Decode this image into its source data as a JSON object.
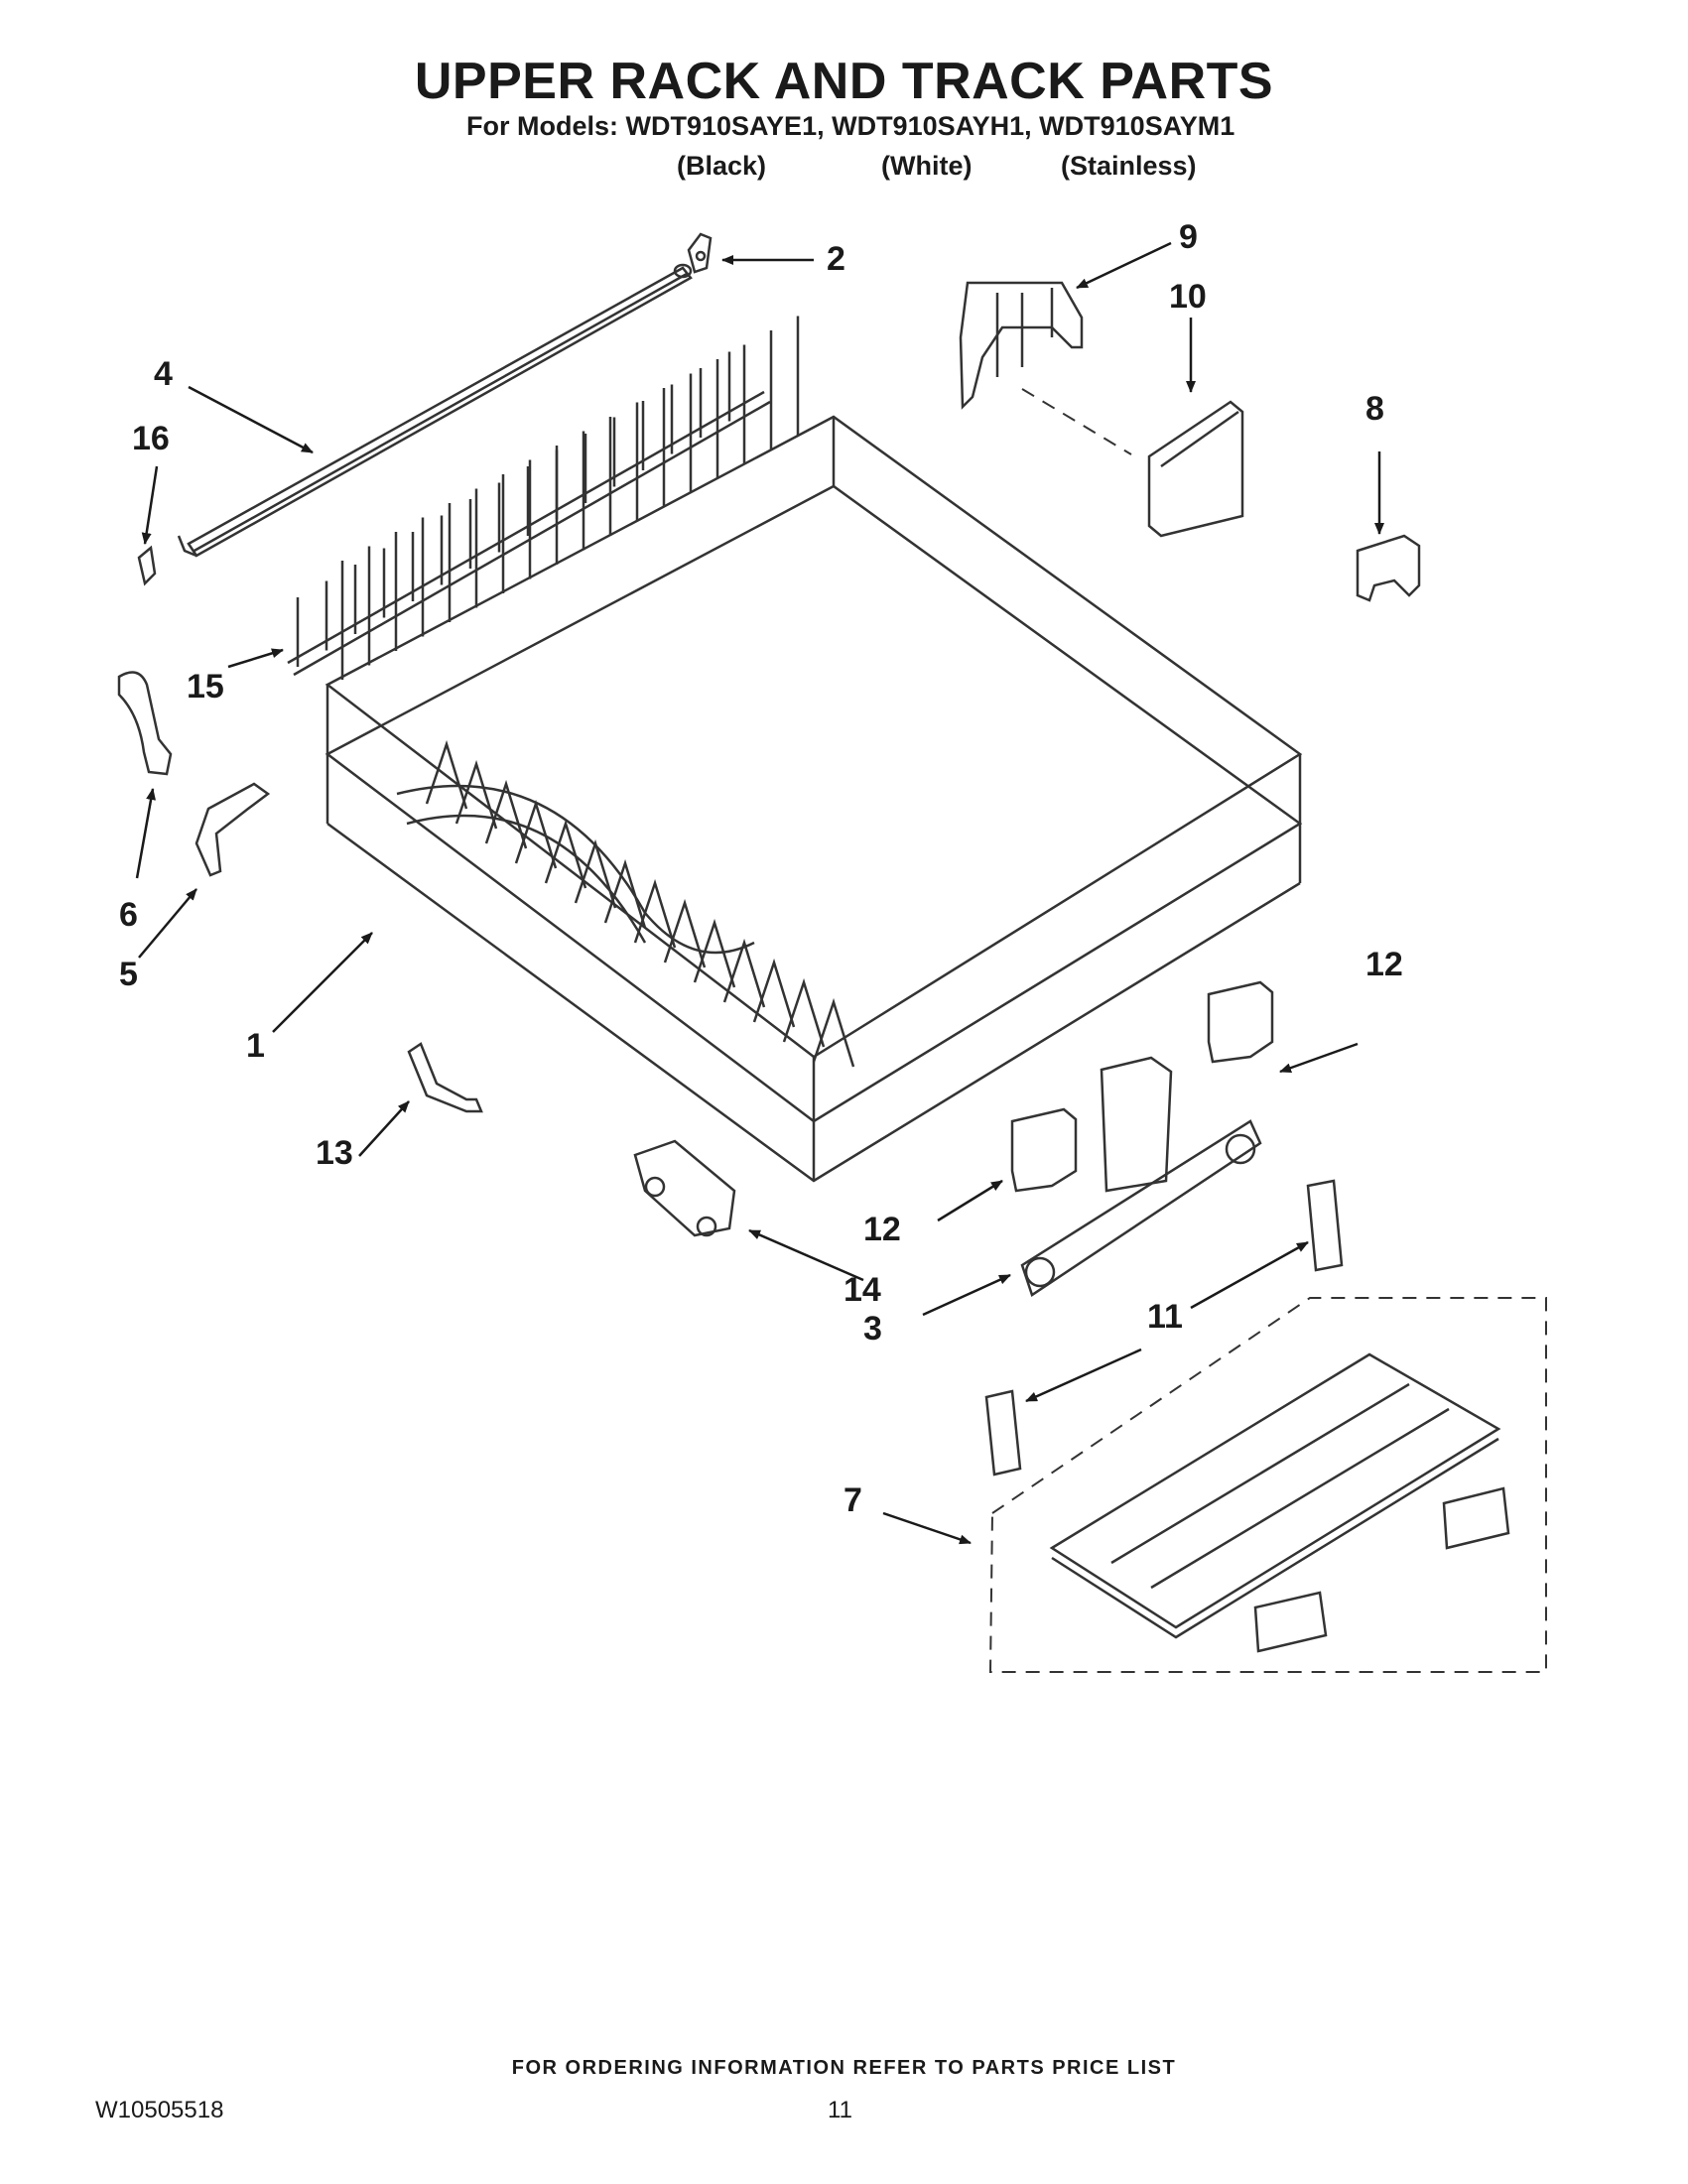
{
  "header": {
    "title": "UPPER RACK AND TRACK PARTS",
    "models_line": "For Models: WDT910SAYE1, WDT910SAYH1, WDT910SAYM1",
    "variants": [
      "(Black)",
      "(White)",
      "(Stainless)"
    ]
  },
  "callouts": [
    "2",
    "9",
    "10",
    "4",
    "16",
    "8",
    "15",
    "6",
    "5",
    "1",
    "12",
    "13",
    "12",
    "14",
    "3",
    "11",
    "7"
  ],
  "footer": {
    "ordering_note": "FOR ORDERING INFORMATION REFER TO PARTS PRICE LIST",
    "doc_number": "W10505518",
    "page_number": "11"
  }
}
